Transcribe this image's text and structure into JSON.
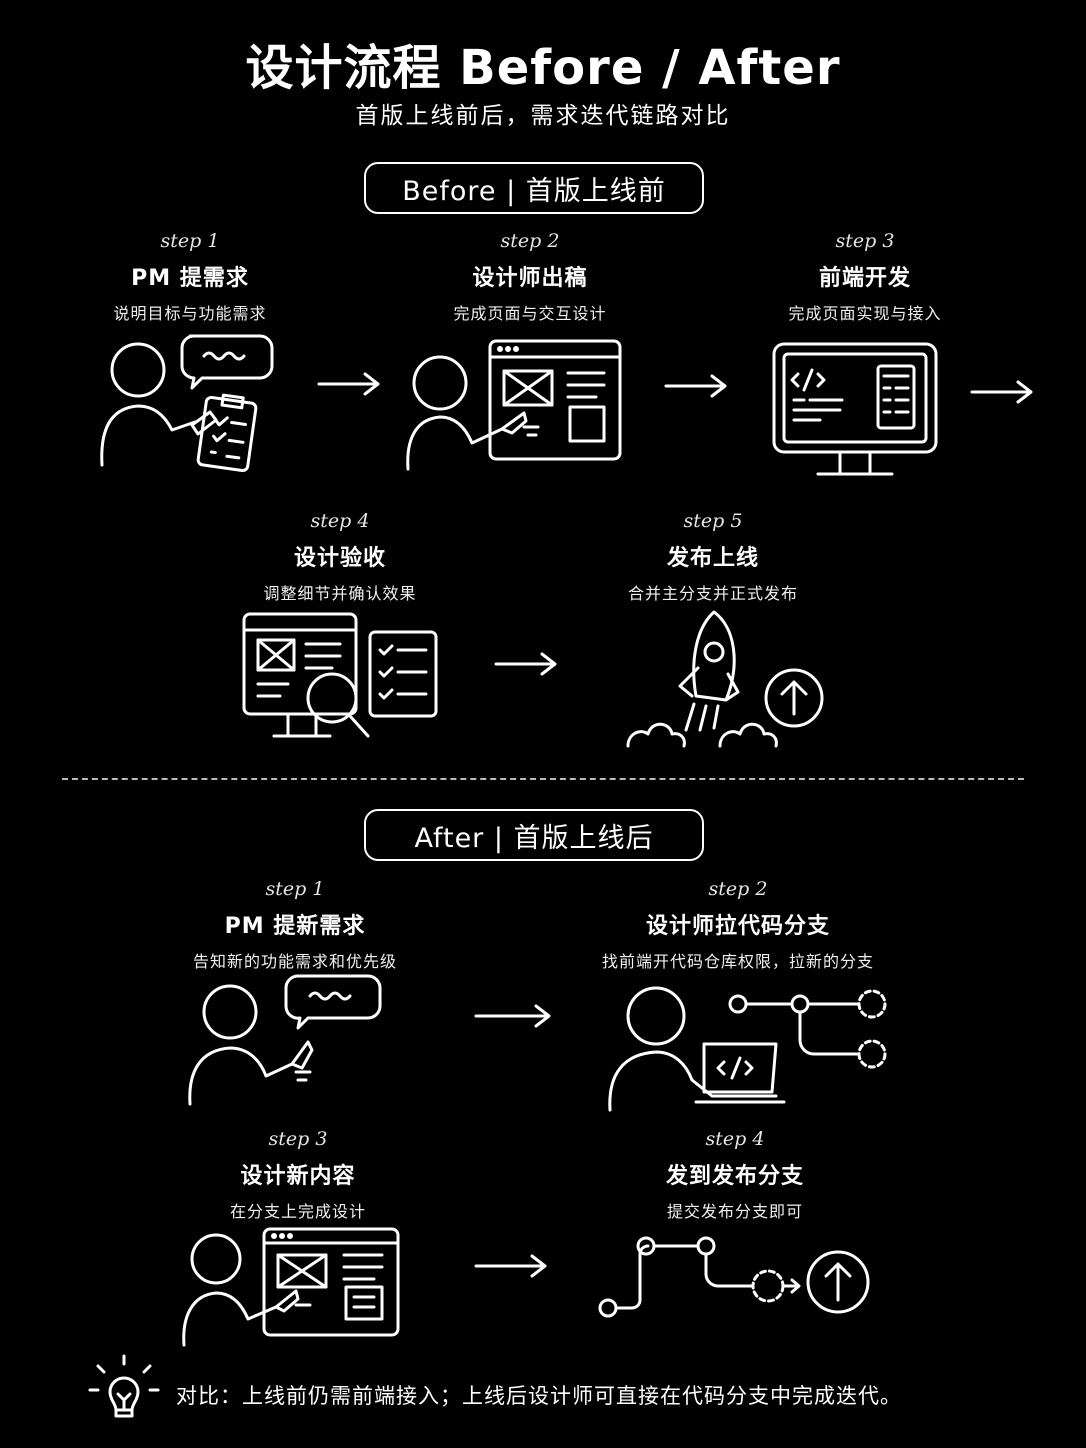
{
  "header": {
    "title": "设计流程 Before / After",
    "subtitle": "首版上线前后，需求迭代链路对比"
  },
  "before": {
    "label": "Before | 首版上线前",
    "steps": [
      {
        "step": "step 1",
        "title": "PM 提需求",
        "desc": "说明目标与功能需求"
      },
      {
        "step": "step 2",
        "title": "设计师出稿",
        "desc": "完成页面与交互设计"
      },
      {
        "step": "step 3",
        "title": "前端开发",
        "desc": "完成页面实现与接入"
      },
      {
        "step": "step 4",
        "title": "设计验收",
        "desc": "调整细节并确认效果"
      },
      {
        "step": "step 5",
        "title": "发布上线",
        "desc": "合并主分支并正式发布"
      }
    ]
  },
  "after": {
    "label": "After | 首版上线后",
    "steps": [
      {
        "step": "step 1",
        "title": "PM 提新需求",
        "desc": "告知新的功能需求和优先级"
      },
      {
        "step": "step 2",
        "title": "设计师拉代码分支",
        "desc": "找前端开代码仓库权限，拉新的分支"
      },
      {
        "step": "step 3",
        "title": "设计新内容",
        "desc": "在分支上完成设计"
      },
      {
        "step": "step 4",
        "title": "发到发布分支",
        "desc": "提交发布分支即可"
      }
    ]
  },
  "icons": {
    "code_glyph": "</>"
  },
  "footer": {
    "text": "对比：上线前仍需前端接入；上线后设计师可直接在代码分支中完成迭代。"
  },
  "colors": {
    "background": "#000000",
    "foreground": "#ffffff"
  }
}
